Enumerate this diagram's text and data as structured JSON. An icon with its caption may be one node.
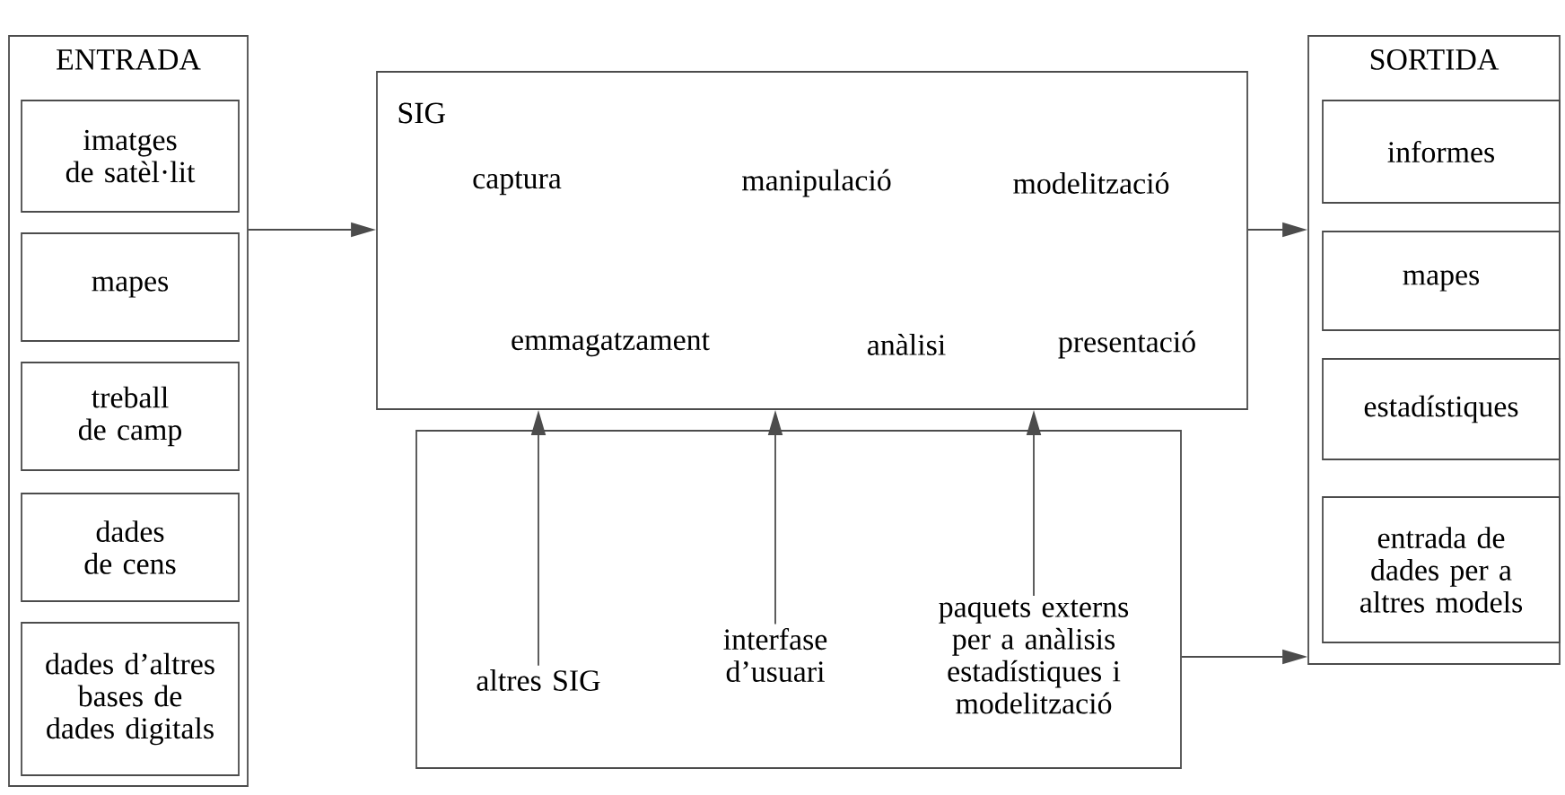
{
  "diagram": {
    "nodes": [
      {
        "text": [
          "ENTRADA"
        ]
      },
      {
        "text": [
          "imatges de satèl·lit"
        ],
        "in": 0
      },
      {
        "text": [
          "mapes"
        ],
        "in": 0
      },
      {
        "text": [
          "treball de camp"
        ],
        "in": 0
      },
      {
        "text": [
          "dades de cens"
        ],
        "in": 0
      },
      {
        "text": [
          "dades d’altres bases de dades digitals"
        ],
        "in": 0
      },
      {
        "text": [
          "SIG",
          "captura",
          "manipulació",
          "modelització",
          "emmagatzament",
          "anàlisi",
          "presentació"
        ]
      },
      {
        "text": [],
        "shape": "box"
      },
      {
        "text": [
          "altres SIG"
        ],
        "in": 7
      },
      {
        "text": [
          "interfase d’usuari"
        ],
        "in": 7
      },
      {
        "text": [
          "paquets externs per a anàlisis estadístiques i modelització"
        ],
        "in": 7
      },
      {
        "text": [
          "SORTIDA"
        ]
      },
      {
        "text": [
          "informes"
        ],
        "in": 11
      },
      {
        "text": [
          "mapes"
        ],
        "in": 11
      },
      {
        "text": [
          "estadístiques"
        ],
        "in": 11
      },
      {
        "text": [
          "entrada de dades per a altres models"
        ],
        "in": 11
      }
    ],
    "edges": [
      {
        "from": 0,
        "to": 6,
        "arrow": "to"
      },
      {
        "from": 6,
        "to": 11,
        "arrow": "to"
      },
      {
        "from": 8,
        "to": 6,
        "arrow": "to"
      },
      {
        "from": 9,
        "to": 6,
        "arrow": "to"
      },
      {
        "from": 10,
        "to": 6,
        "arrow": "to"
      },
      {
        "from": 7,
        "to": 11,
        "arrow": "to"
      }
    ]
  }
}
